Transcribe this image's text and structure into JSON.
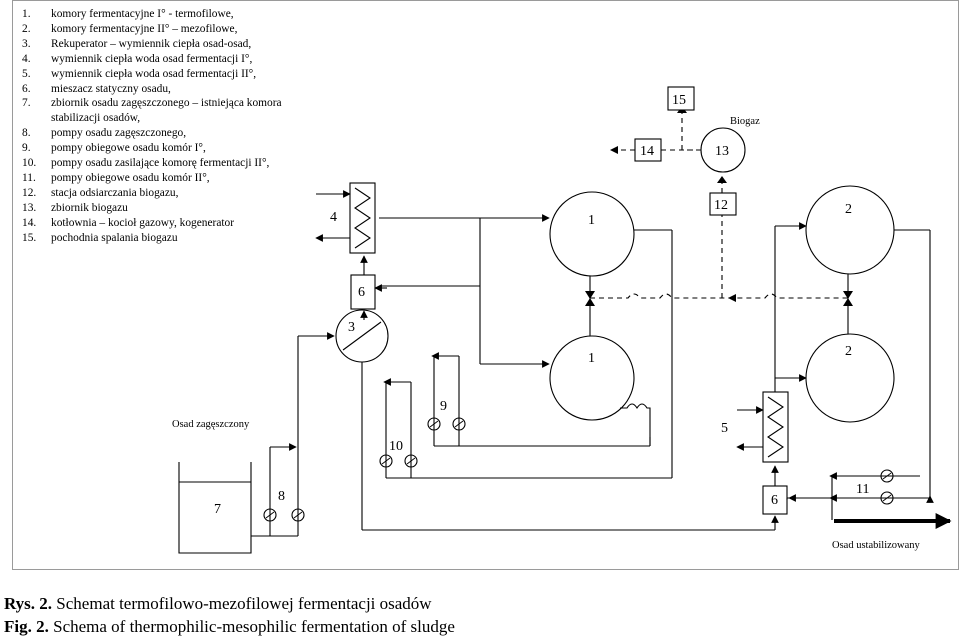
{
  "legend": [
    {
      "num": "1.",
      "text": "komory fermentacyjne I° - termofilowe,"
    },
    {
      "num": "2.",
      "text": "komory fermentacyjne II° – mezofilowe,"
    },
    {
      "num": "3.",
      "text": "Rekuperator – wymiennik ciepła osad-osad,"
    },
    {
      "num": "4.",
      "text": "wymiennik ciepła woda osad fermentacji I°,"
    },
    {
      "num": "5.",
      "text": "wymiennik ciepła woda osad fermentacji II°,"
    },
    {
      "num": "6.",
      "text": "mieszacz statyczny osadu,"
    },
    {
      "num": "7.",
      "text": "zbiornik osadu zagęszczonego – istniejąca komora"
    },
    {
      "num": "",
      "text": "stabilizacji osadów,"
    },
    {
      "num": "8.",
      "text": "pompy osadu zagęszczonego,"
    },
    {
      "num": "9.",
      "text": "pompy obiegowe osadu komór I°,"
    },
    {
      "num": "10.",
      "text": "pompy osadu zasilające komorę fermentacji II°,"
    },
    {
      "num": "11.",
      "text": "pompy obiegowe osadu komór II°,"
    },
    {
      "num": "12.",
      "text": "stacja odsiarczania biogazu,"
    },
    {
      "num": "13.",
      "text": "zbiornik biogazu"
    },
    {
      "num": "14.",
      "text": "kotłownia – kocioł gazowy, kogenerator"
    },
    {
      "num": "15.",
      "text": "pochodnia spalania biogazu"
    }
  ],
  "diagram": {
    "labels": {
      "chamber1_top": "1",
      "chamber1_bottom": "1",
      "chamber2_top": "2",
      "chamber2_bottom": "2",
      "recuperator": "3",
      "exchanger_4": "4",
      "exchanger_5": "5",
      "mixer_upper": "6",
      "mixer_lower": "6",
      "tank": "7",
      "pumps_8": "8",
      "pumps_9": "9",
      "pumps_10": "10",
      "pumps_11": "11",
      "desulfurization": "12",
      "gas_holder": "13",
      "boiler": "14",
      "flare": "15",
      "biogas": "Biogaz",
      "thickened_sludge": "Osad zagęszczony",
      "stabilized_sludge": "Osad ustabilizowany"
    }
  },
  "caption": {
    "pl_prefix": "Rys. 2.",
    "pl_text": " Schemat termofilowo-mezofilowej fermentacji osadów",
    "en_prefix": "Fig. 2.",
    "en_text": " Schema of thermophilic-mesophilic fermentation of sludge"
  }
}
